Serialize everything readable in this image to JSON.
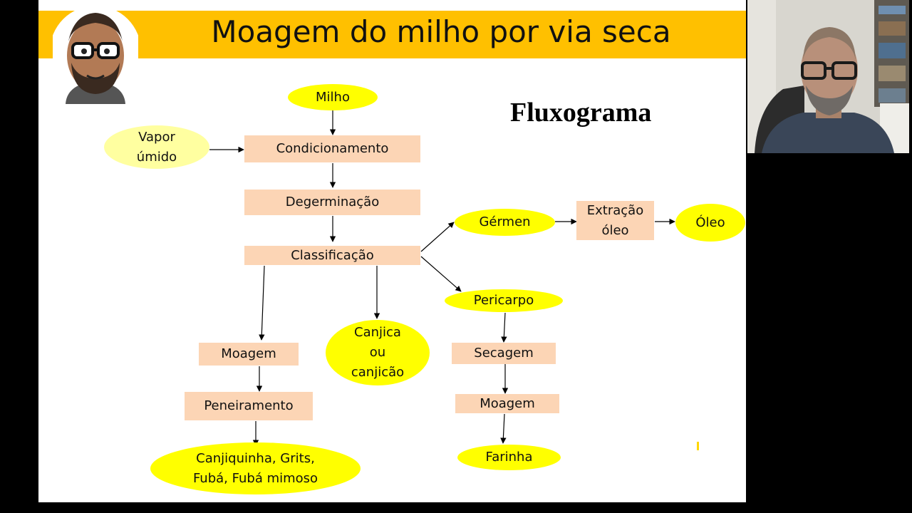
{
  "slide": {
    "title": "Moagem do milho por via seca",
    "heading": "Fluxograma"
  },
  "nodes": {
    "milho": "Milho",
    "vapor": "Vapor úmido",
    "condicionamento": "Condicionamento",
    "degerminacao": "Degerminação",
    "classificacao": "Classificação",
    "germen": "Gérmen",
    "extracao": "Extração óleo",
    "oleo": "Óleo",
    "pericarpo": "Pericarpo",
    "secagem": "Secagem",
    "moagem2": "Moagem",
    "farinha": "Farinha",
    "moagem1": "Moagem",
    "peneiramento": "Peneiramento",
    "canjiquinha": "Canjiquinha, Grits, Fubá, Fubá mimoso",
    "canjica": "Canjica ou canjicão"
  },
  "colors": {
    "title_bar": "#ffc000",
    "process_box": "#fcd5b5",
    "product_oval": "#ffff00",
    "input_oval": "#ffffa0"
  }
}
